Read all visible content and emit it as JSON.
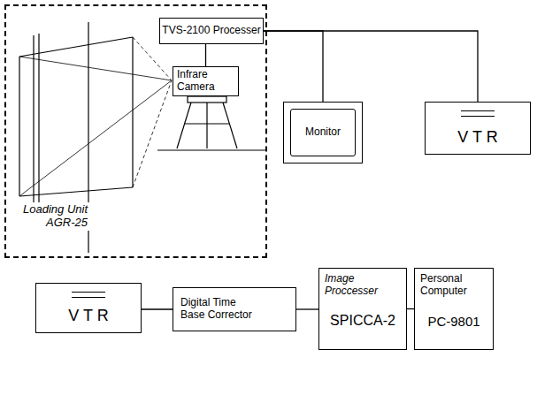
{
  "diagram": {
    "nodes": [
      {
        "text": [
          "Loading Unit AGR-25"
        ]
      },
      {
        "text": [
          "TVS-2100 Processer"
        ],
        "in": 0
      },
      {
        "text": [
          "Infrare Camera"
        ],
        "in": 0
      },
      {
        "text": [
          "Monitor"
        ]
      },
      {
        "text": [
          "V T R"
        ]
      },
      {
        "text": [
          "V T R"
        ]
      },
      {
        "text": [
          "Digital Time Base Corrector"
        ]
      },
      {
        "text": [
          "Image Proccesser",
          "SPICCA-2"
        ]
      },
      {
        "text": [
          "Personal Computer",
          "PC-9801"
        ]
      }
    ],
    "edges": [
      {
        "from": 1,
        "to": 2,
        "arrow": "none"
      },
      {
        "from": 1,
        "to": 3,
        "arrow": "none"
      },
      {
        "from": 1,
        "to": 4,
        "arrow": "none"
      },
      {
        "from": 5,
        "to": 6,
        "arrow": "none"
      },
      {
        "from": 6,
        "to": 7,
        "arrow": "none"
      },
      {
        "from": 7,
        "to": 8,
        "arrow": "none"
      }
    ]
  }
}
